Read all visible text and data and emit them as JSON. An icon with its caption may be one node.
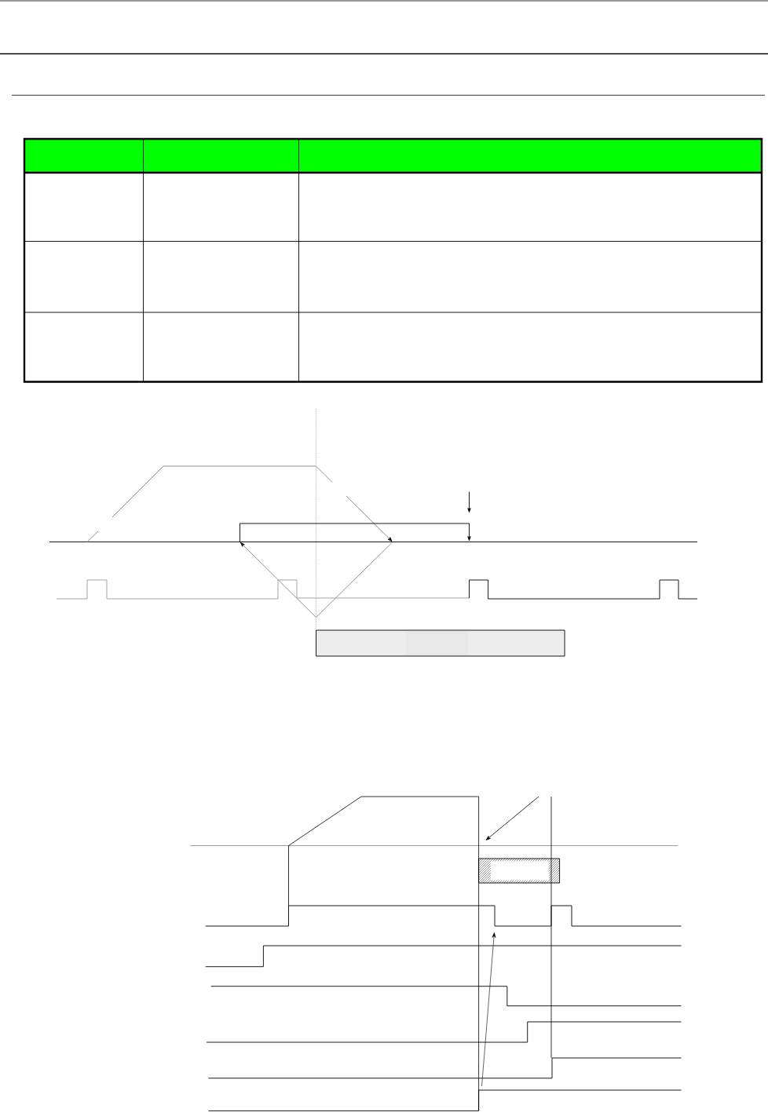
{
  "diagram": {
    "nodes": [
      {
        "text": [],
        "shape": "box"
      },
      {
        "text": [],
        "shape": "box"
      }
    ],
    "edges": [
      {
        "from": null,
        "to": 1,
        "arrow": "to"
      }
    ]
  }
}
